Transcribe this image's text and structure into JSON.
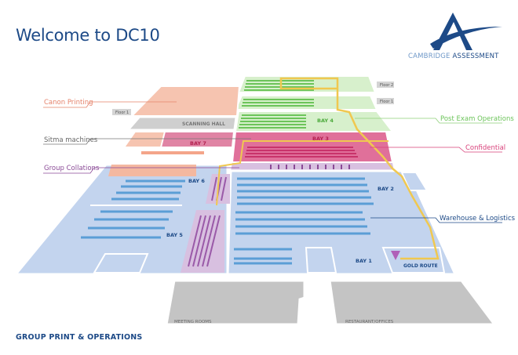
{
  "header": {
    "title": "Welcome to DC10"
  },
  "logo": {
    "name_part1": "CAMBRIDGE",
    "name_part2": "ASSESSMENT",
    "icon": "stylized-A-logo"
  },
  "footer": {
    "title": "GROUP PRINT & OPERATIONS"
  },
  "callouts": {
    "canon_printing": "Canon Printing",
    "sitma_machines": "Sitma machines",
    "group_collations": "Group Collations",
    "post_exam_operations": "Post Exam Operations",
    "confidential": "Confidential",
    "warehouse_logistics": "Warehouse & Logistics"
  },
  "floor_tags": {
    "canon_floor1": "Floor 1",
    "green_floor2": "Floor 2",
    "green_floor1": "Floor 1"
  },
  "areas": {
    "scanning_hall": "SCANNING HALL",
    "bay1": "BAY 1",
    "bay2": "BAY 2",
    "bay3": "BAY 3",
    "bay4": "BAY 4",
    "bay5": "BAY 5",
    "bay6": "BAY 6",
    "bay7": "BAY 7",
    "gold_route": "GOLD ROUTE",
    "meeting_rooms": "MEETING ROOMS",
    "restaurant_offices": "RESTAURANT/OFFICES"
  },
  "colors": {
    "brand_blue": "#1d4a87",
    "canon": "#f4b8a0",
    "confidential": "#e0709a",
    "group_collations": "#8a4a96",
    "post_exam": "#8fd07a",
    "warehouse": "#c3d4ee",
    "gold_route": "#f0c850",
    "grey": "#c4c4c4"
  }
}
